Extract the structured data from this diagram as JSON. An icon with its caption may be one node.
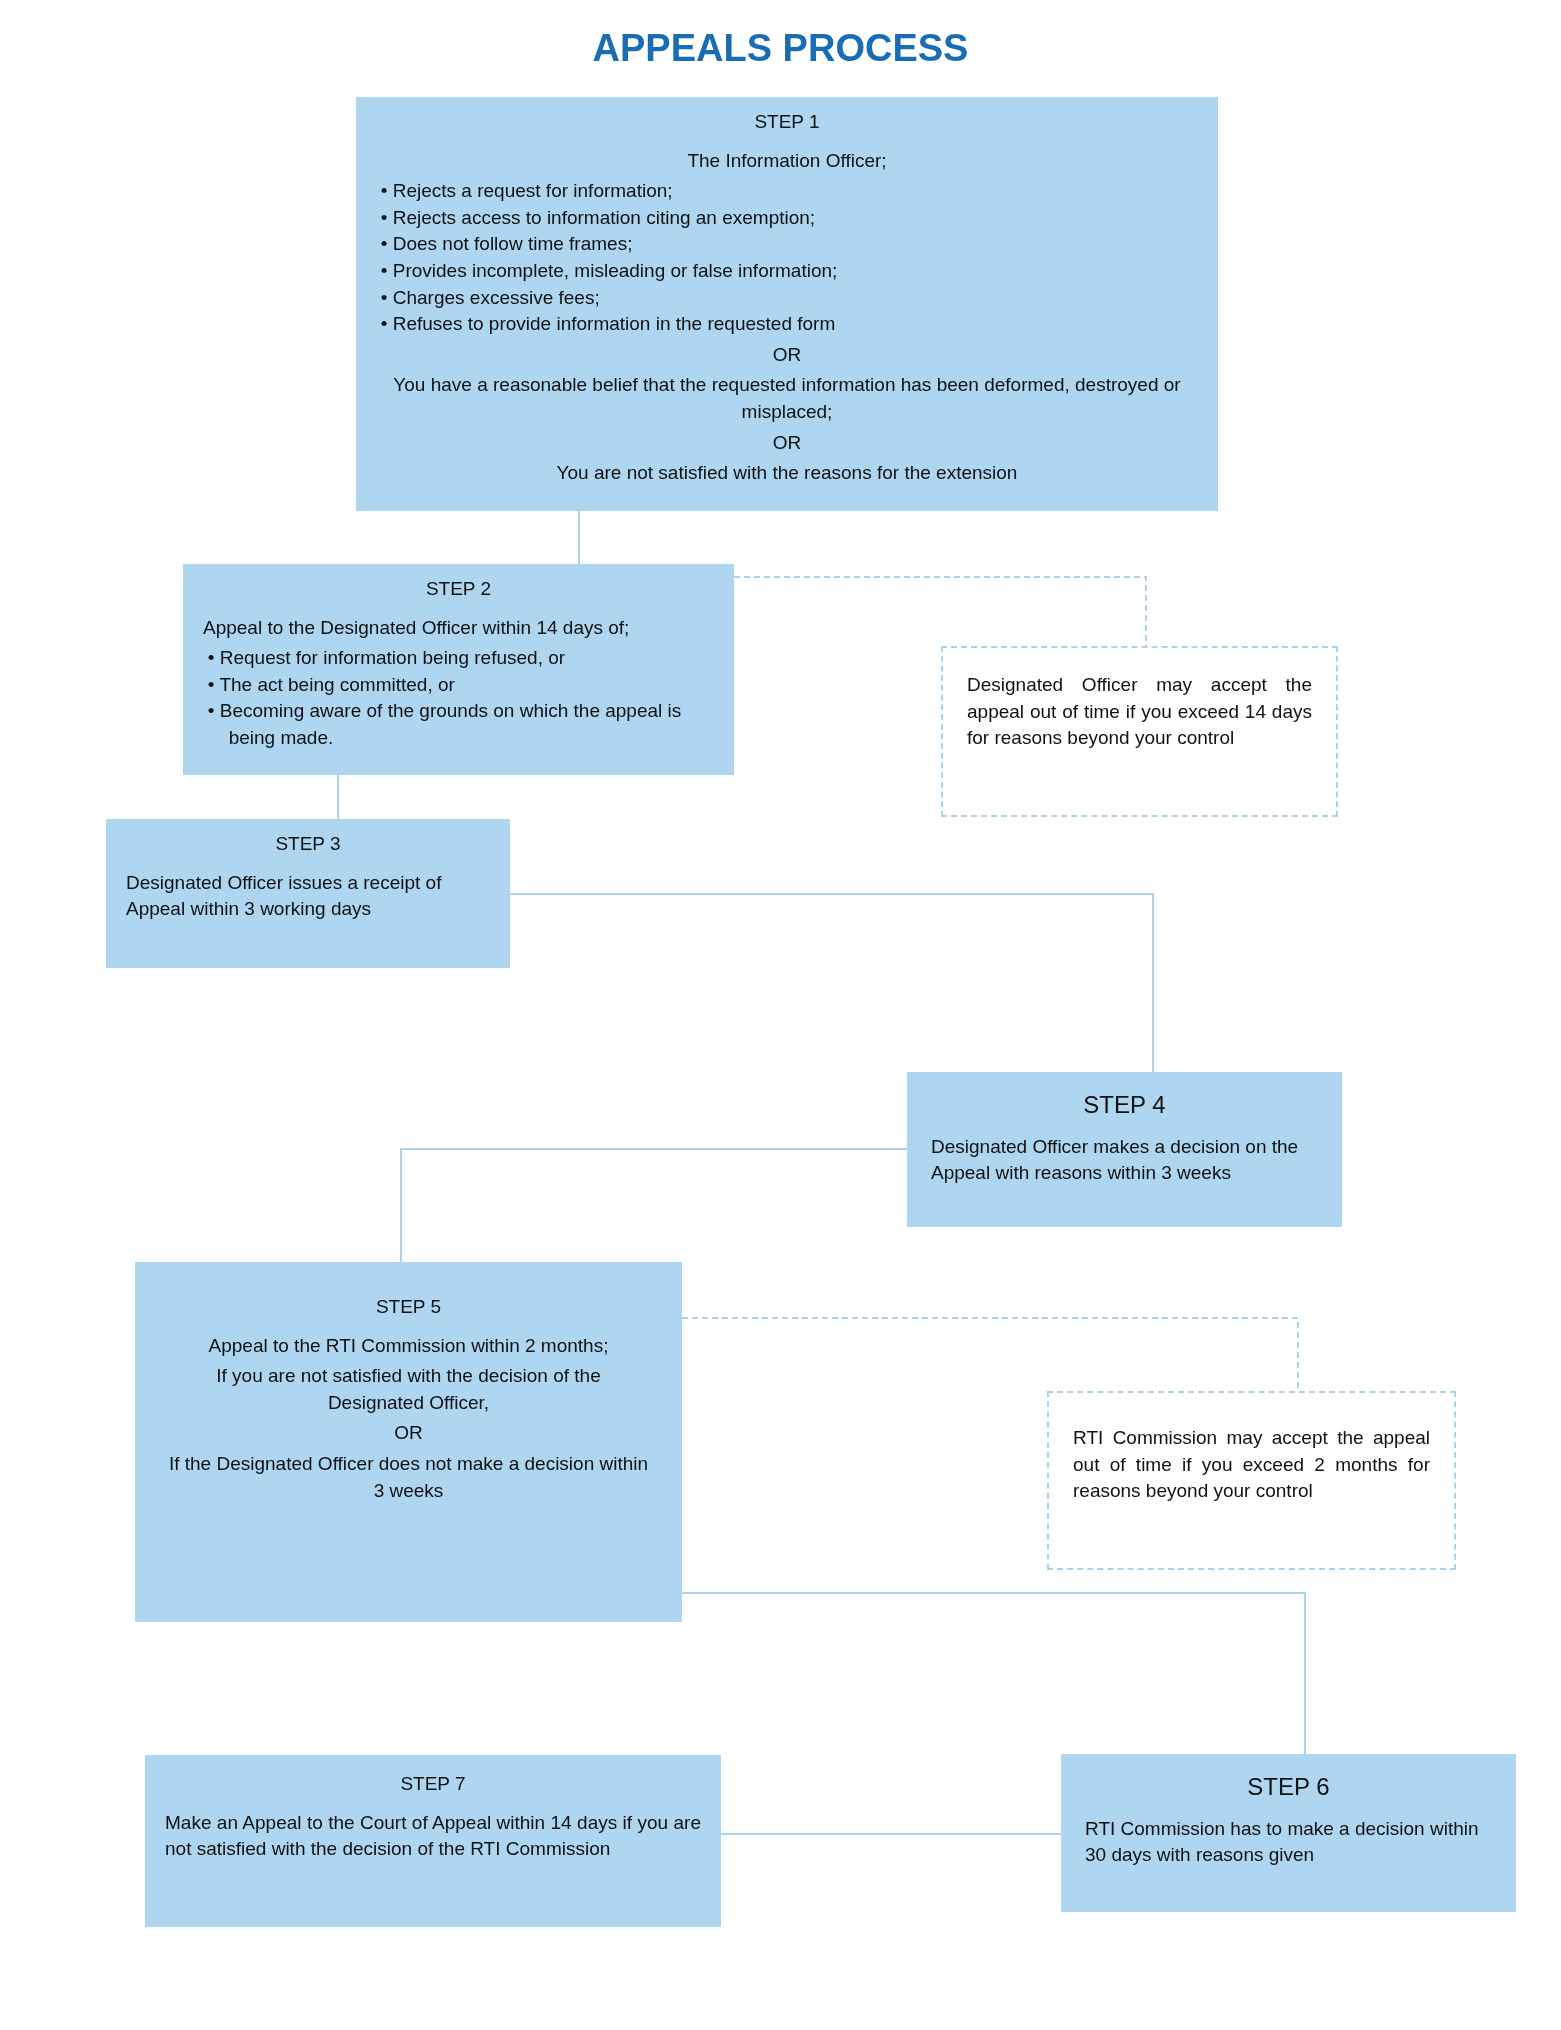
{
  "diagram": {
    "title": "APPEALS PROCESS",
    "nodes": [
      {
        "text": [
          "STEP 1",
          "The Information Officer;",
          "• Rejects a request for information;",
          "• Rejects access to information citing an exemption;",
          "• Does not follow time frames;",
          "• Provides incomplete, misleading or false information;",
          "• Charges excessive fees;",
          "• Refuses to provide information in the requested form",
          "OR",
          "You have a reasonable belief that the requested information has been deformed, destroyed or misplaced;",
          "OR",
          "You are not satisfied with the reasons for the extension"
        ]
      },
      {
        "text": [
          "STEP 2",
          "Appeal to the Designated Officer within 14 days of;",
          "• Request for information being refused, or",
          "• The act being committed, or",
          "• Becoming aware of the grounds on which the appeal is being made."
        ]
      },
      {
        "text": [
          "Designated Officer may accept the appeal out of time if you exceed 14 days for reasons beyond your control"
        ]
      },
      {
        "text": [
          "STEP 3",
          "Designated Officer issues a receipt of Appeal within 3 working days"
        ]
      },
      {
        "text": [
          "STEP 4",
          "Designated Officer makes a decision on the Appeal with reasons within 3 weeks"
        ]
      },
      {
        "text": [
          "STEP 5",
          "Appeal to the RTI Commission within 2 months;",
          "If you are not satisfied with the decision of the Designated Officer,",
          "OR",
          "If the Designated Officer does not make a decision within 3 weeks"
        ]
      },
      {
        "text": [
          "RTI Commission may accept the appeal out of time if you exceed 2 months for reasons beyond your control"
        ]
      },
      {
        "text": [
          "STEP 7",
          "Make an Appeal to the Court of Appeal within 14 days if you are not satisfied with the decision of the RTI Commission"
        ]
      },
      {
        "text": [
          "STEP 6",
          "RTI Commission has to make a decision within 30 days with reasons given"
        ]
      }
    ],
    "edges": [
      {
        "from": 0,
        "to": 1,
        "arrow": "none"
      },
      {
        "from": 1,
        "to": 2,
        "arrow": "none",
        "style": "dashed"
      },
      {
        "from": 1,
        "to": 3,
        "arrow": "none"
      },
      {
        "from": 3,
        "to": 4,
        "arrow": "none"
      },
      {
        "from": 4,
        "to": 5,
        "arrow": "none"
      },
      {
        "from": 5,
        "to": 6,
        "arrow": "none",
        "style": "dashed"
      },
      {
        "from": 5,
        "to": 8,
        "arrow": "none"
      },
      {
        "from": 8,
        "to": 7,
        "arrow": "none"
      }
    ]
  }
}
